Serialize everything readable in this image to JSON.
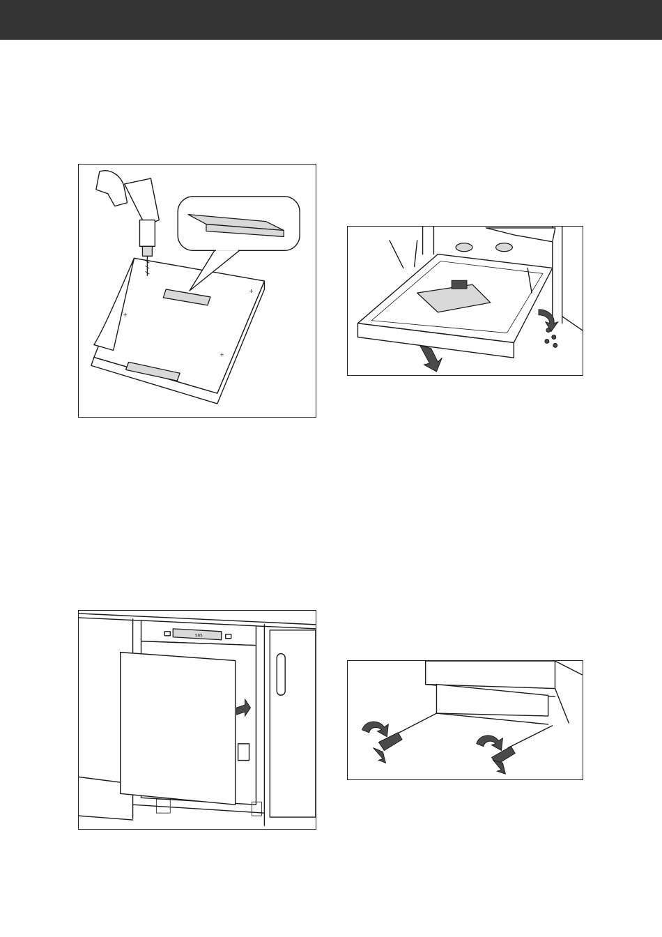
{
  "header": {
    "background_color": "#333333"
  },
  "figures": [
    {
      "id": "fig1",
      "subject": "drilling-decor-panel",
      "icons": [
        "hand-drill-icon",
        "adhesive-strip-icon",
        "decor-panel-icon"
      ]
    },
    {
      "id": "fig2",
      "subject": "opening-door-removing-screws",
      "icons": [
        "dishwasher-door-icon",
        "screw-icon",
        "arrow-icon"
      ]
    },
    {
      "id": "fig3",
      "subject": "mounting-decor-panel",
      "icons": [
        "decor-panel-icon",
        "control-panel-icon",
        "cabinet-handle-icon",
        "arrow-icon"
      ]
    },
    {
      "id": "fig4",
      "subject": "adjusting-feet-screwdriver",
      "icons": [
        "screwdriver-icon",
        "rotate-arrow-icon"
      ]
    }
  ],
  "display_panel": {
    "time_text": "505"
  },
  "colors": {
    "ink": "#1a1a1a",
    "panel_fill": "#d9d9d9",
    "arrow_fill": "#4a4a4a"
  }
}
